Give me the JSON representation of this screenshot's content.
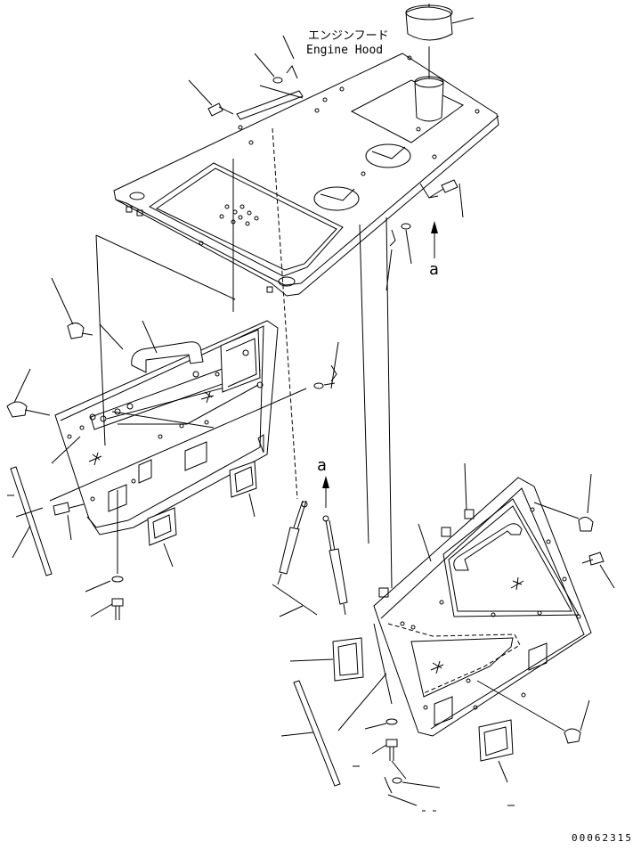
{
  "title_jp": "エンジンフード",
  "title_en": "Engine Hood",
  "arrow_label_upper": "a",
  "arrow_label_lower": "a",
  "drawing_number": "00062315"
}
